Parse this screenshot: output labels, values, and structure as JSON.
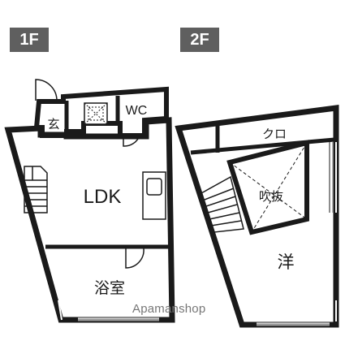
{
  "floors": {
    "first": {
      "badge": "1F",
      "rooms": {
        "entrance": "玄",
        "wc": "WC",
        "ldk": "LDK",
        "bathroom": "浴室"
      }
    },
    "second": {
      "badge": "2F",
      "rooms": {
        "closet": "クロ",
        "atrium": "吹抜",
        "western_room": "洋"
      }
    }
  },
  "watermark": "Apamanshop",
  "colors": {
    "badge": "#5f5f5f",
    "wall": "#1a1a1a",
    "window": "#9a9a9a"
  }
}
